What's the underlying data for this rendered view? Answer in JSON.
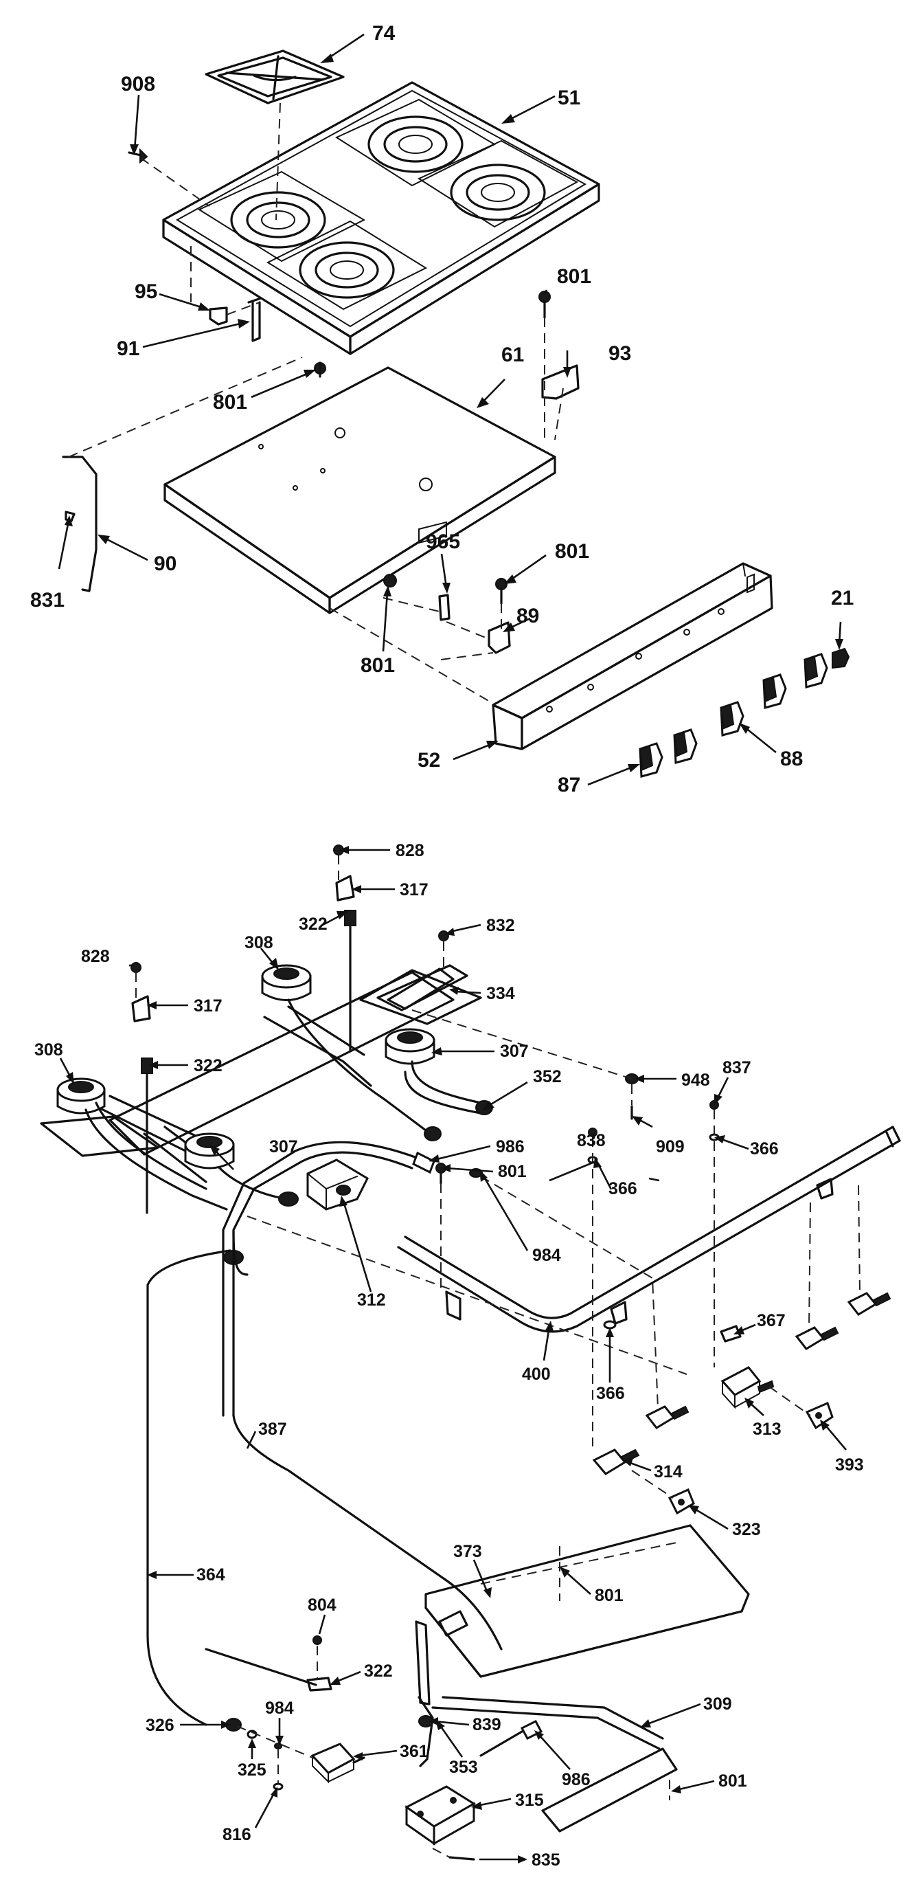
{
  "callouts": {
    "c74": "74",
    "c908": "908",
    "c51": "51",
    "c95": "95",
    "c91": "91",
    "c801a": "801",
    "c801b": "801",
    "c61": "61",
    "c93": "93",
    "c831": "831",
    "c90": "90",
    "c965": "965",
    "c801c": "801",
    "c89": "89",
    "c801d": "801",
    "c21": "21",
    "c52": "52",
    "c87": "87",
    "c88": "88",
    "c828a": "828",
    "c317a": "317",
    "c322a": "322",
    "c308a": "308",
    "c832": "832",
    "c828b": "828",
    "c334": "334",
    "c317b": "317",
    "c308b": "308",
    "c307a": "307",
    "c322b": "322",
    "c352": "352",
    "c948": "948",
    "c837": "837",
    "c909": "909",
    "c838": "838",
    "c366a": "366",
    "c986a": "986",
    "c307b": "307",
    "c801e": "801",
    "c366b": "366",
    "c984a": "984",
    "c312": "312",
    "c367": "367",
    "c400": "400",
    "c366c": "366",
    "c313": "313",
    "c393": "393",
    "c387": "387",
    "c314": "314",
    "c323": "323",
    "c373": "373",
    "c364": "364",
    "c801f": "801",
    "c804": "804",
    "c322c": "322",
    "c309": "309",
    "c326": "326",
    "c984b": "984",
    "c839": "839",
    "c361": "361",
    "c325": "325",
    "c353": "353",
    "c986b": "986",
    "c801g": "801",
    "c816": "816",
    "c315": "315",
    "c835": "835"
  }
}
